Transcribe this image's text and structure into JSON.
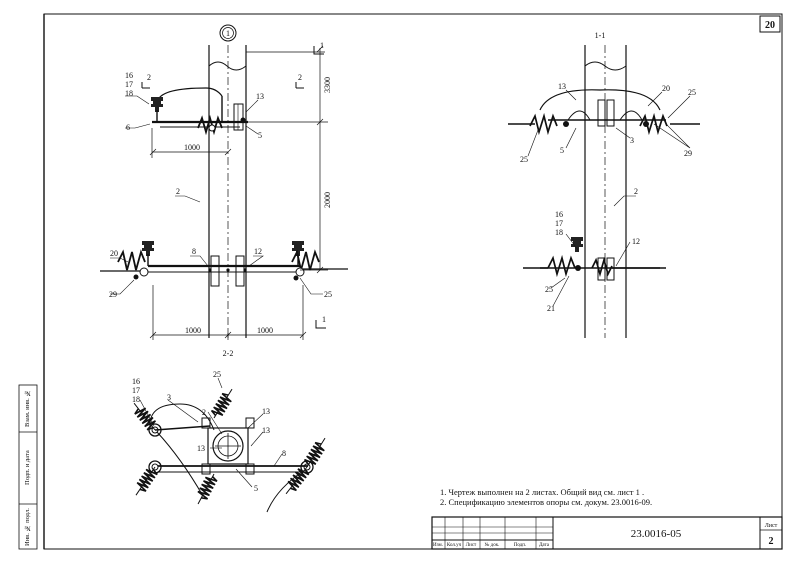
{
  "sheet_top_number": "20",
  "view_labels": {
    "view_1_1": "1-1",
    "view_2_2": "2-2",
    "circle_marker": "1"
  },
  "section_marks": {
    "m2": "2",
    "m1": "1"
  },
  "dimensions": {
    "d3300": "3300",
    "d2000": "2000",
    "d1000": "1000"
  },
  "callouts": {
    "c2": "2",
    "c3": "3",
    "c5": "5",
    "c6": "6",
    "c8": "8",
    "c12": "12",
    "c13": "13",
    "c16": "16",
    "c17": "17",
    "c18": "18",
    "c20": "20",
    "c21": "21",
    "c25": "25",
    "c29": "29"
  },
  "notes": [
    "1. Чертеж выполнен на 2 листах. Общий вид см. лист 1 .",
    "2. Спецификацию элементов опоры см. докум. 23.0016-09."
  ],
  "title_block": {
    "doc_code": "23.0016-05",
    "sheet_label": "Лист",
    "sheet_number": "2",
    "headers": [
      "Изм.",
      "Кол.уч",
      "Лист",
      "№ док.",
      "Подп.",
      "Дата"
    ]
  },
  "side_stamps": [
    "Инв. № подл.",
    "Подп. и дата",
    "Взам. инв. №"
  ]
}
